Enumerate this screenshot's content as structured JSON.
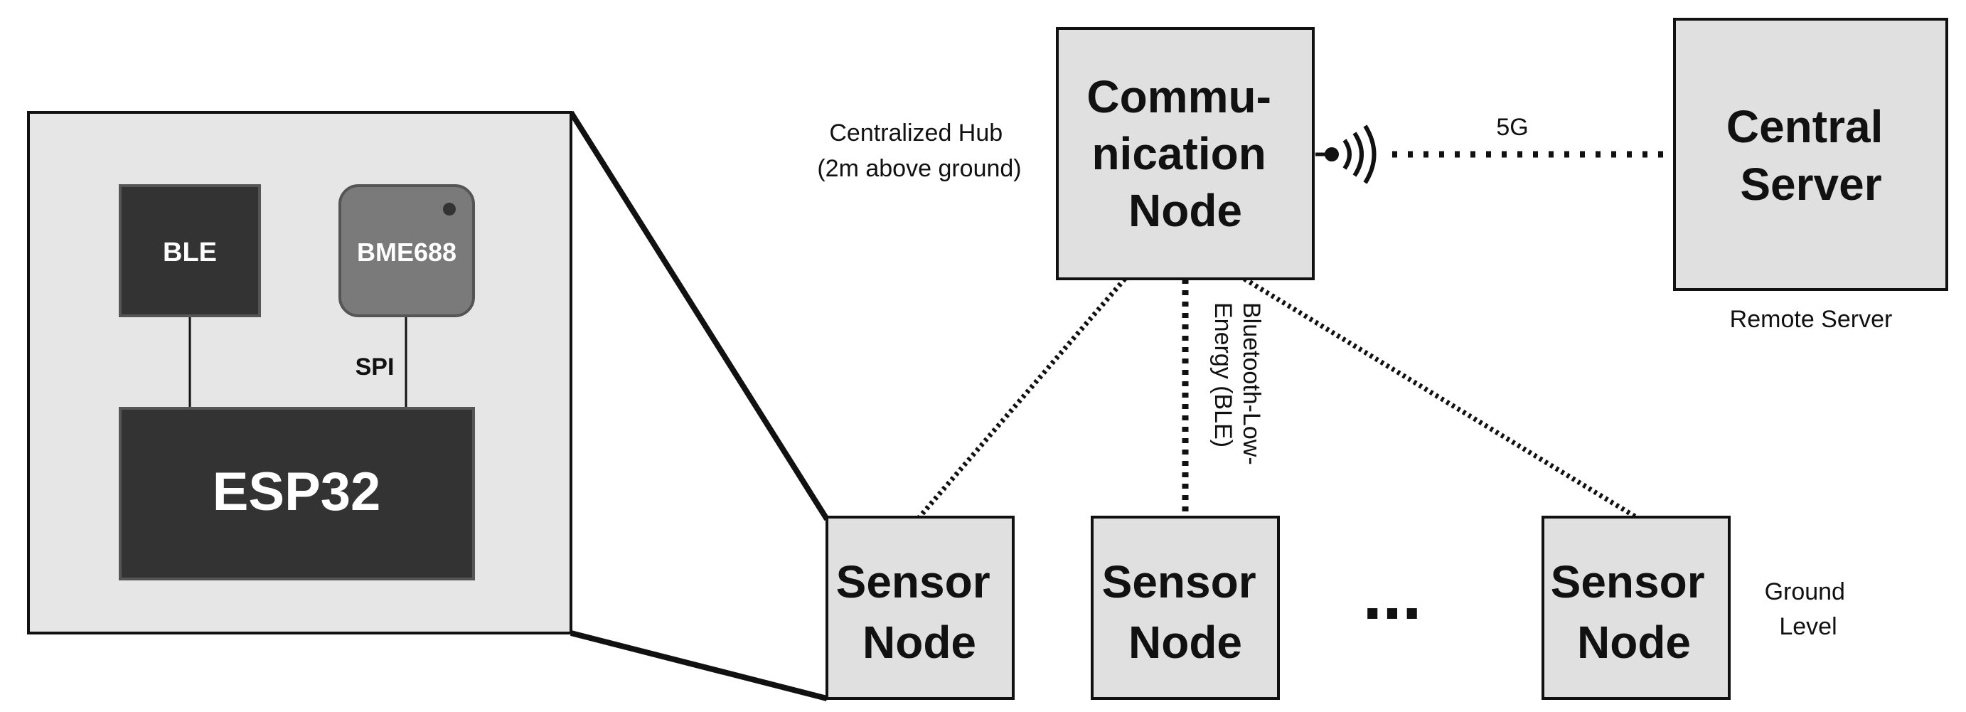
{
  "detail_panel": {
    "ble_label": "BLE",
    "sensor_label": "BME688",
    "spi_label": "SPI",
    "mcu_label": "ESP32"
  },
  "communication_node": {
    "line1": "Commu-",
    "line2": "nication",
    "line3": "Node",
    "caption_line1": "Centralized Hub",
    "caption_line2": "(2m above ground)"
  },
  "central_server": {
    "line1": "Central",
    "line2": "Server",
    "caption": "Remote Server"
  },
  "links": {
    "fiveg_label": "5G",
    "ble_link_line1": "Bluetooth-Low-",
    "ble_link_line2": "Energy (BLE)"
  },
  "sensor_nodes": [
    {
      "line1": "Sensor",
      "line2": "Node"
    },
    {
      "line1": "Sensor",
      "line2": "Node"
    },
    {
      "line1": "Sensor",
      "line2": "Node"
    }
  ],
  "ellipsis": "...",
  "ground_level": {
    "line1": "Ground",
    "line2": "Level"
  },
  "colors": {
    "panel_fill": "#e6e6e6",
    "box_fill": "#e0e0e0",
    "dark_chip": "#333333",
    "sensor_chip": "#7a7a7a",
    "outline": "#111111"
  }
}
